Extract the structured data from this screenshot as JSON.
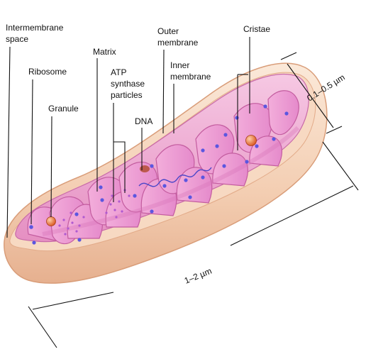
{
  "labels": {
    "intermembrane_space": [
      "Intermembrane",
      "space"
    ],
    "ribosome": "Ribosome",
    "granule": "Granule",
    "matrix": "Matrix",
    "atp_synthase": [
      "ATP",
      "synthase",
      "particles"
    ],
    "dna": "DNA",
    "outer_membrane": [
      "Outer",
      "membrane"
    ],
    "inner_membrane": [
      "Inner",
      "membrane"
    ],
    "cristae": "Cristae"
  },
  "dimensions": {
    "width": "0.1–0.5 µm",
    "length": "1–2 µm"
  },
  "colors": {
    "outer_membrane": "#f4d3b8",
    "inner_membrane": "#e98fc4",
    "matrix": "#f2b6dc",
    "ribosome": "#5b56e0",
    "granule": "#e06a3a",
    "dna": "#4a46c8"
  }
}
